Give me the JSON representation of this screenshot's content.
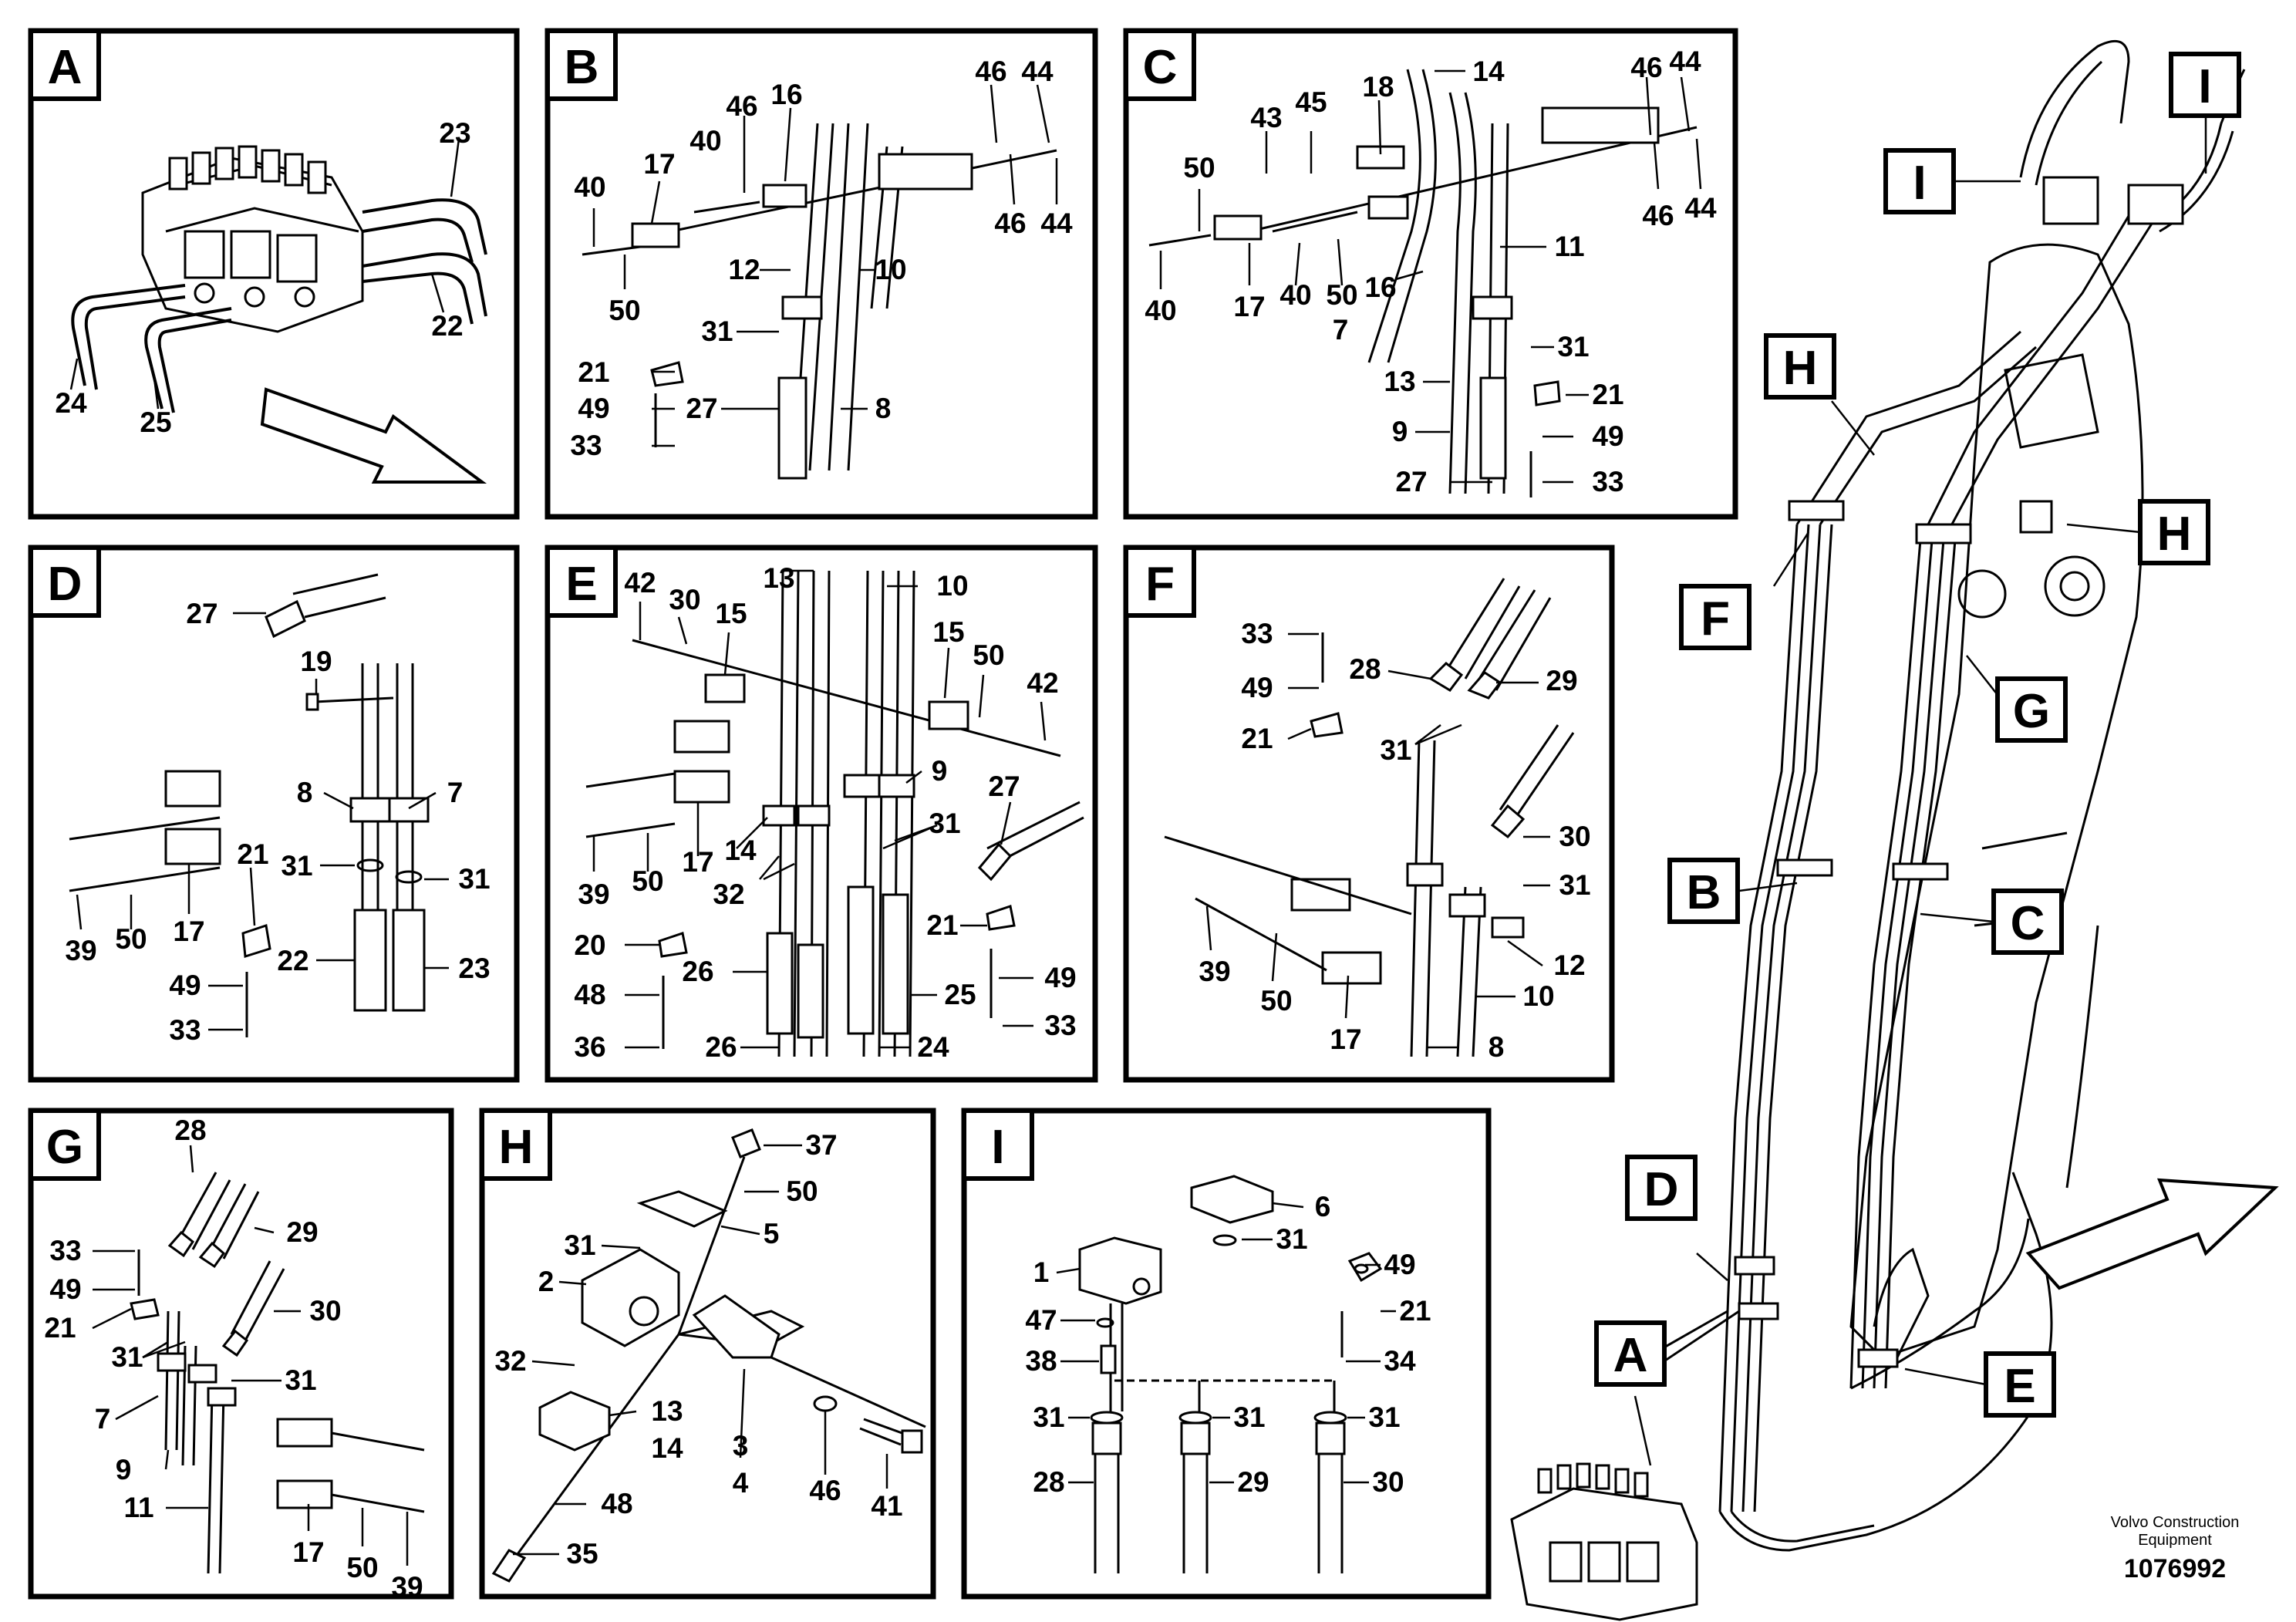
{
  "panels": {
    "A": {
      "tag": "A",
      "labels": [
        "23",
        "22",
        "24",
        "25"
      ]
    },
    "B": {
      "tag": "B",
      "labels": [
        "46",
        "44",
        "16",
        "46",
        "40",
        "17",
        "40",
        "46",
        "44",
        "12",
        "10",
        "50",
        "31",
        "21",
        "49",
        "27",
        "8",
        "33"
      ]
    },
    "C": {
      "tag": "C",
      "labels": [
        "14",
        "46",
        "44",
        "18",
        "43",
        "45",
        "50",
        "46",
        "44",
        "11",
        "40",
        "17",
        "40",
        "50",
        "16",
        "7",
        "31",
        "13",
        "21",
        "9",
        "49",
        "27",
        "33"
      ]
    },
    "D": {
      "tag": "D",
      "labels": [
        "27",
        "19",
        "8",
        "7",
        "21",
        "31",
        "31",
        "39",
        "50",
        "17",
        "22",
        "23",
        "49",
        "33"
      ]
    },
    "E": {
      "tag": "E",
      "labels": [
        "13",
        "42",
        "30",
        "15",
        "10",
        "15",
        "50",
        "42",
        "9",
        "27",
        "14",
        "31",
        "39",
        "50",
        "17",
        "32",
        "20",
        "26",
        "21",
        "49",
        "48",
        "25",
        "33",
        "36",
        "26",
        "24"
      ]
    },
    "F": {
      "tag": "F",
      "labels": [
        "33",
        "28",
        "29",
        "49",
        "21",
        "31",
        "30",
        "31",
        "39",
        "50",
        "12",
        "10",
        "17",
        "8"
      ]
    },
    "G": {
      "tag": "G",
      "labels": [
        "28",
        "33",
        "29",
        "49",
        "30",
        "21",
        "31",
        "31",
        "7",
        "9",
        "11",
        "17",
        "50",
        "39"
      ]
    },
    "H": {
      "tag": "H",
      "labels": [
        "37",
        "50",
        "31",
        "5",
        "2",
        "32",
        "13",
        "14",
        "3",
        "4",
        "46",
        "41",
        "48",
        "35"
      ]
    },
    "I": {
      "tag": "I",
      "labels": [
        "6",
        "31",
        "1",
        "49",
        "21",
        "47",
        "38",
        "34",
        "31",
        "31",
        "31",
        "28",
        "29",
        "30"
      ]
    }
  },
  "overview_callouts": [
    "I",
    "I",
    "H",
    "H",
    "F",
    "G",
    "B",
    "C",
    "D",
    "A",
    "E"
  ],
  "footer": {
    "brand_line1": "Volvo Construction",
    "brand_line2": "Equipment",
    "drawing_number": "1076992"
  }
}
